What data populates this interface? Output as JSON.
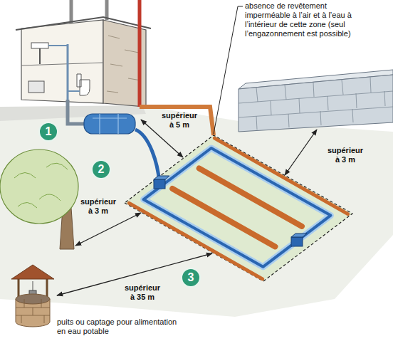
{
  "diagram": {
    "nodes": [
      {
        "text": [
          "1"
        ]
      },
      {
        "text": [
          "2"
        ]
      },
      {
        "text": [
          "3"
        ]
      }
    ],
    "labels": [
      "absence de revêtement imperméable à l’air et à l’eau à l’intérieur de cette zone (seul l’engazonnement est possible)",
      "supérieur à 5 m",
      "supérieur à 3 m",
      "supérieur à 3 m",
      "supérieur à 35 m",
      "puits ou captage pour alimentation en eau potable"
    ]
  }
}
